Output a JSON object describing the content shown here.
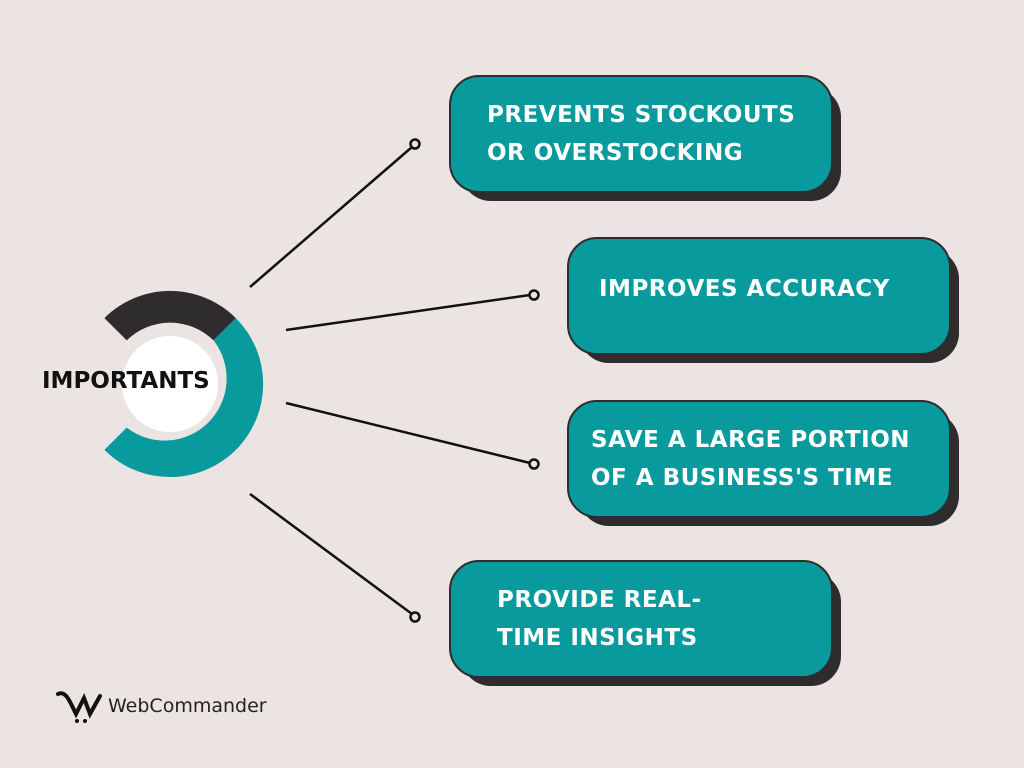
{
  "center": {
    "label": "IMPORTANTS"
  },
  "items": [
    {
      "text_lines": [
        "PREVENTS STOCKOUTS",
        "OR OVERSTOCKING"
      ]
    },
    {
      "text_lines": [
        "IMPROVES ACCURACY"
      ]
    },
    {
      "text_lines": [
        "SAVE A LARGE PORTION",
        "OF A BUSINESS'S TIME"
      ]
    },
    {
      "text_lines": [
        "PROVIDE REAL-",
        "TIME INSIGHTS"
      ]
    }
  ],
  "brand": {
    "name": "WebCommander"
  },
  "colors": {
    "background": "#ece4e2",
    "teal": "#089a9c",
    "dark": "#2f2c2d"
  }
}
